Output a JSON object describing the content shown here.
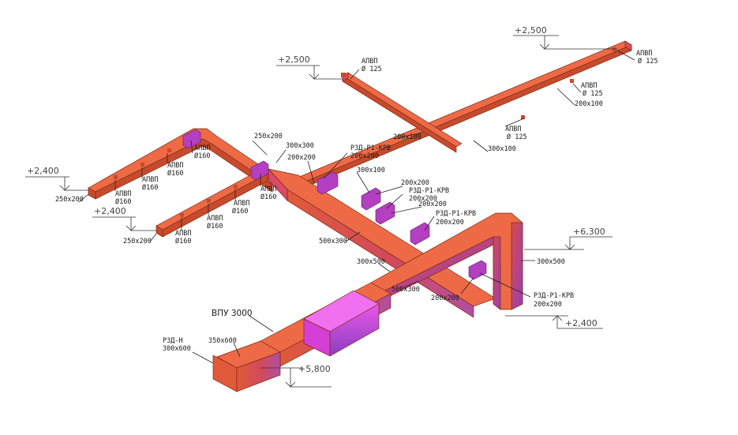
{
  "colors": {
    "duct_top": "#ee6a46",
    "duct_side": "#cc4e2c",
    "duct_end": "#d94a66",
    "magenta": "#d63fd6",
    "purple": "#7a3fb0",
    "violet": "#b04fa0",
    "line": "#222222"
  },
  "levels": {
    "l1": "+2,500",
    "l2": "+2,500",
    "l3": "+2,400",
    "l4": "+2,400",
    "l5": "+6,300",
    "l6": "+2,400",
    "l7": "+5,800"
  },
  "labels": {
    "apvp_a": "АПВП",
    "apvp_a2": "Ø 125",
    "apvp_b": "АПВП",
    "apvp_b2": "Ø 125",
    "apvp_c": "АПВП",
    "apvp_c2": "Ø 125",
    "apvp_d": "АПВП",
    "apvp_d2": "Ø 125",
    "d200x100_a": "200x100",
    "d200x100_b": "200x100",
    "d300x100_a": "300x100",
    "d300x100_b": "300x100",
    "d250x200_top": "250x200",
    "d300x300": "300x300",
    "rzd1": "РЗД-Р1-КРВ",
    "rzd1_s": "200x200",
    "d200x200_a": "200x200",
    "apvp_e": "АПВП",
    "apvp_e2": "Ø160",
    "apvp_f": "АПВП",
    "apvp_f2": "Ø160",
    "apvp_g": "АПВП",
    "apvp_g2": "Ø160",
    "apvp_h": "АПВП",
    "apvp_h2": "Ø160",
    "apvp_i": "АПВП",
    "apvp_i2": "Ø160",
    "apvp_j": "АПВП",
    "apvp_j2": "Ø160",
    "apvp_k": "АПВП",
    "apvp_k2": "Ø160",
    "apvp_l": "АПВП",
    "apvp_l2": "Ø160",
    "d250x200_l1": "250x200",
    "d250x200_l2": "250x200",
    "d200x200_b": "200x200",
    "rzd2": "РЗД-Р1-КРВ",
    "rzd2_s": "200x200",
    "d200x200_c": "200x200",
    "rzd3": "РЗД-Р1-КРВ",
    "rzd3_s": "200x200",
    "d500x300_a": "500x300",
    "d300x500_a": "300x500",
    "d300x500_b": "300x500",
    "d500x300_b": "500x300",
    "d200x200_d": "200x200",
    "rzd4": "РЗД-Р1-КРВ",
    "rzd4_s": "200x200",
    "vpu": "ВПУ 3000",
    "rzdn": "РЗД-Н",
    "rzdn_s": "300x600",
    "d350x600": "350x600"
  }
}
